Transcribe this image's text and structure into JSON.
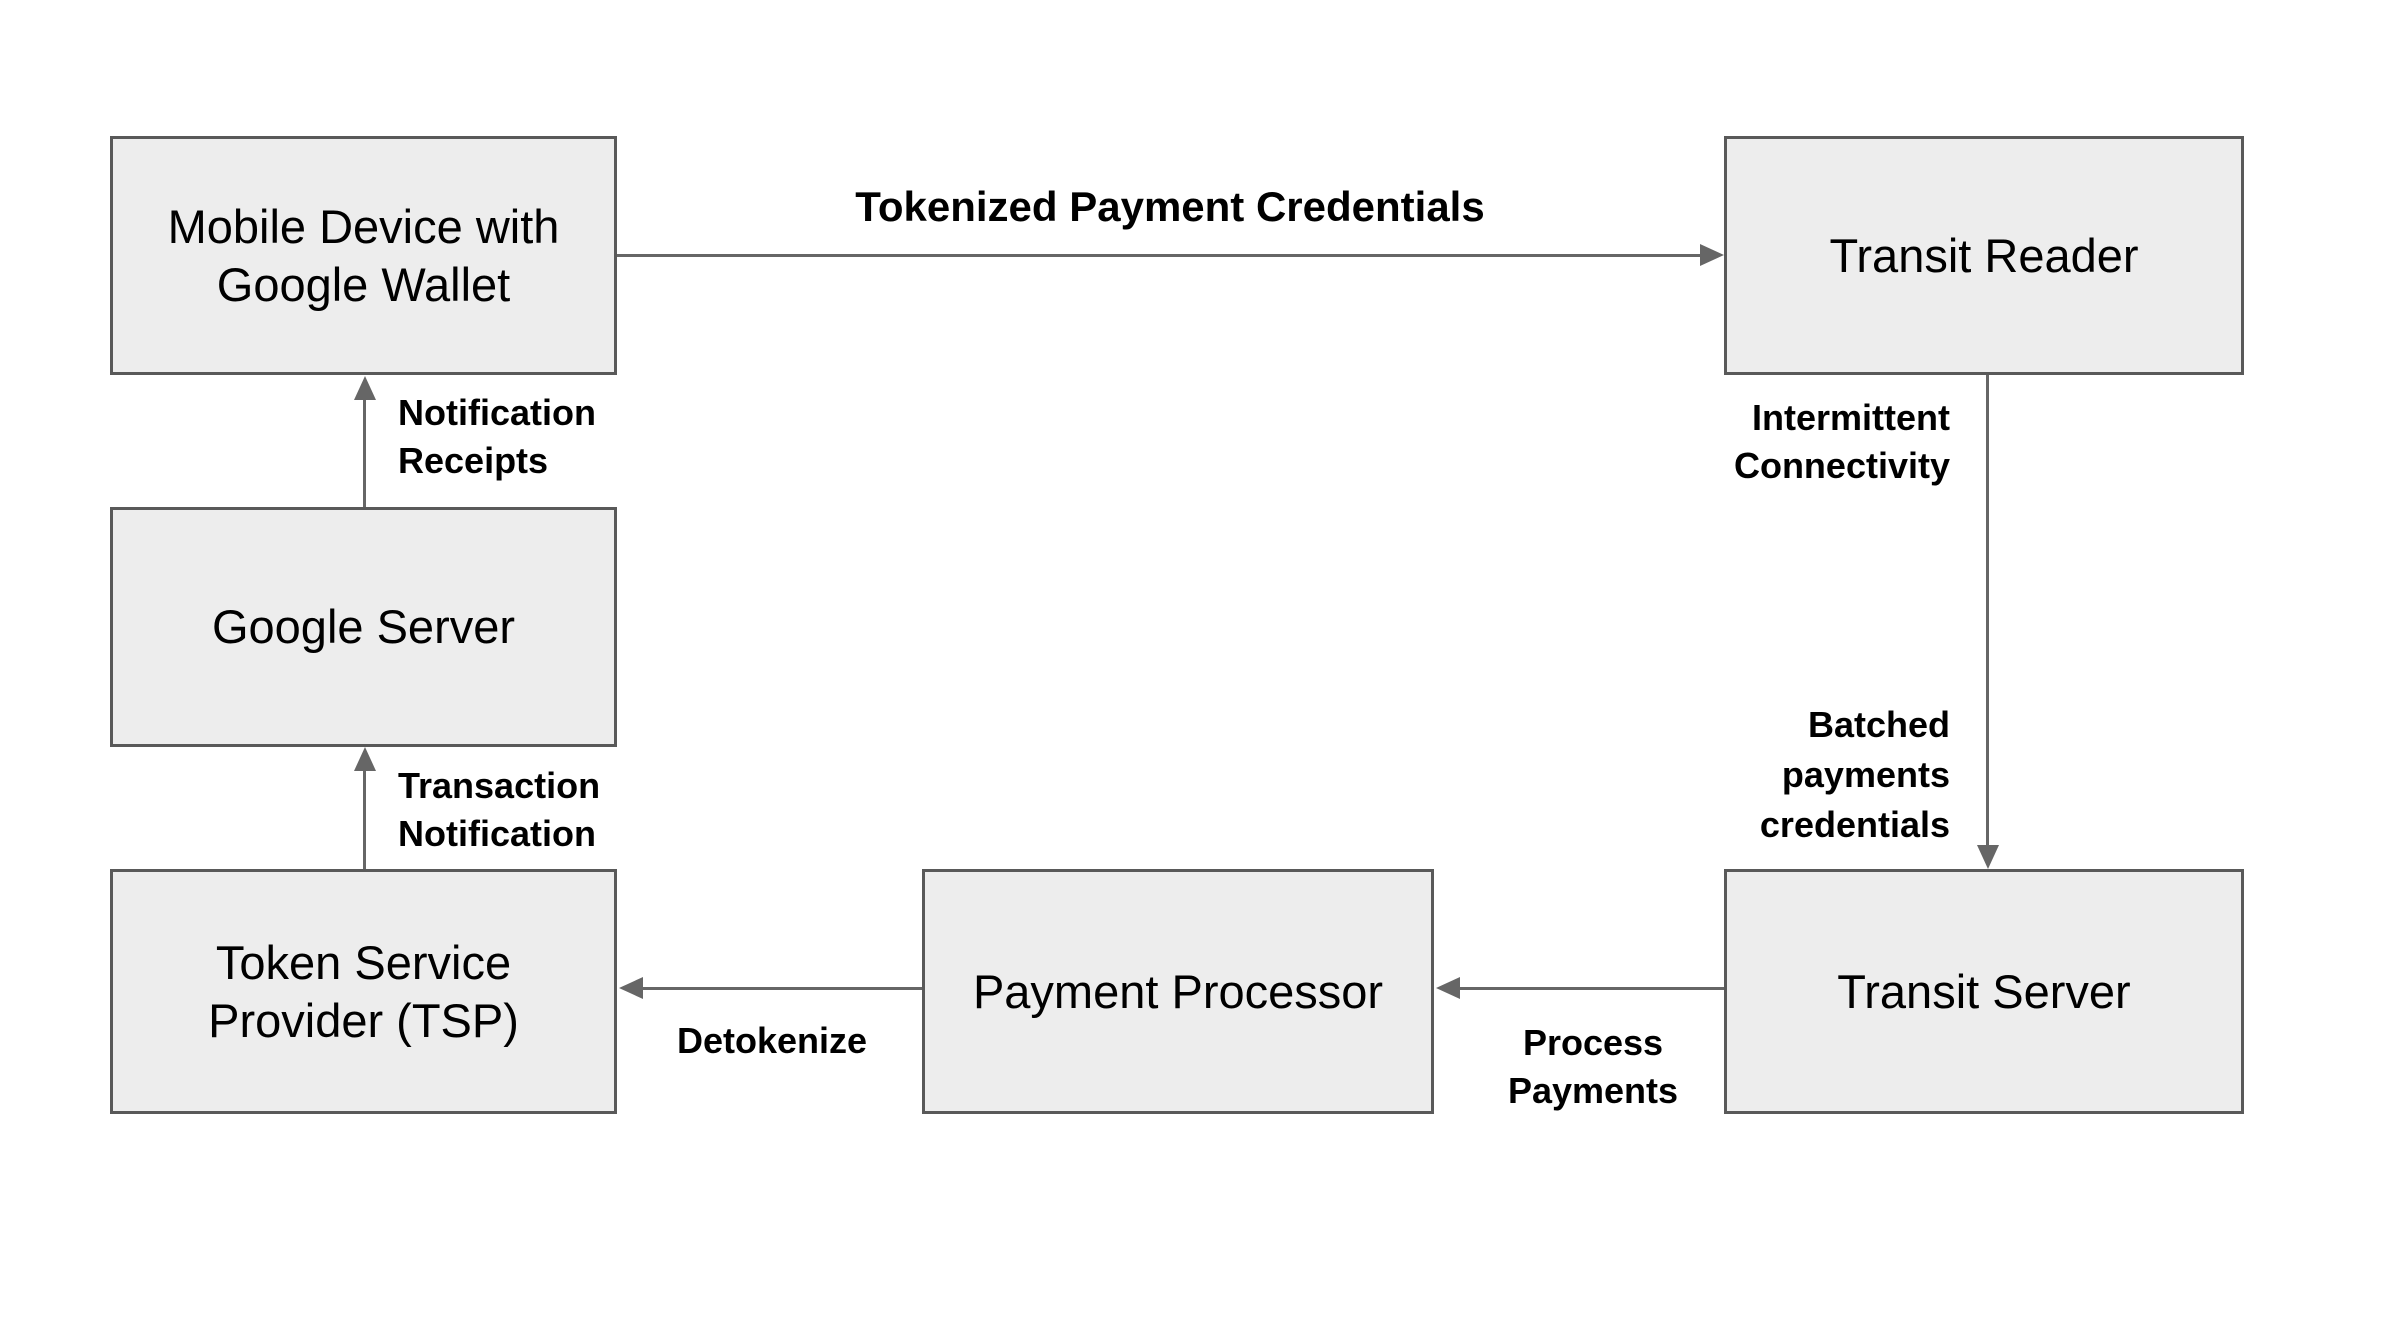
{
  "colors": {
    "background": "#ffffff",
    "node_fill": "#ededed",
    "node_border": "#595959",
    "edge": "#666666",
    "text": "#000000"
  },
  "diagram": {
    "nodes": {
      "mobile_device": {
        "lines": [
          "Mobile Device with",
          "Google Wallet"
        ]
      },
      "transit_reader": {
        "lines": [
          "Transit Reader"
        ]
      },
      "google_server": {
        "lines": [
          "Google Server"
        ]
      },
      "token_service_provider": {
        "lines": [
          "Token Service",
          "Provider (TSP)"
        ]
      },
      "payment_processor": {
        "lines": [
          "Payment Processor"
        ]
      },
      "transit_server": {
        "lines": [
          "Transit Server"
        ]
      }
    },
    "edge_labels": {
      "tokenized_payment_credentials": "Tokenized Payment Credentials",
      "notification_receipts": {
        "lines": [
          "Notification",
          "Receipts"
        ]
      },
      "transaction_notification": {
        "lines": [
          "Transaction",
          "Notification"
        ]
      },
      "intermittent_connectivity": {
        "lines": [
          "Intermittent",
          "Connectivity"
        ]
      },
      "batched_payments_credentials": {
        "lines": [
          "Batched",
          "payments",
          "credentials"
        ]
      },
      "detokenize": "Detokenize",
      "process_payments": {
        "lines": [
          "Process",
          "Payments"
        ]
      }
    }
  }
}
